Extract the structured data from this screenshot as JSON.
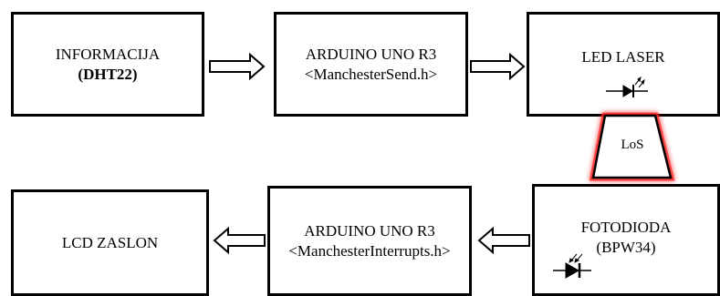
{
  "diagram": {
    "boxes": {
      "information": {
        "line1": "INFORMACIJA",
        "line2": "(DHT22)"
      },
      "arduino_send": {
        "line1": "ARDUINO UNO R3",
        "line2": "<ManchesterSend.h>"
      },
      "led_laser": {
        "line1": "LED LASER",
        "icon": "led-icon"
      },
      "los": {
        "label": "LoS",
        "highlight_color": "#ff0000"
      },
      "photodiode": {
        "line1": "FOTODIODA",
        "line2": "(BPW34)",
        "icon": "photodiode-icon"
      },
      "arduino_interrupts": {
        "line1": "ARDUINO UNO R3",
        "line2": "<ManchesterInterrupts.h>"
      },
      "lcd": {
        "line1": "LCD ZASLON"
      }
    }
  }
}
